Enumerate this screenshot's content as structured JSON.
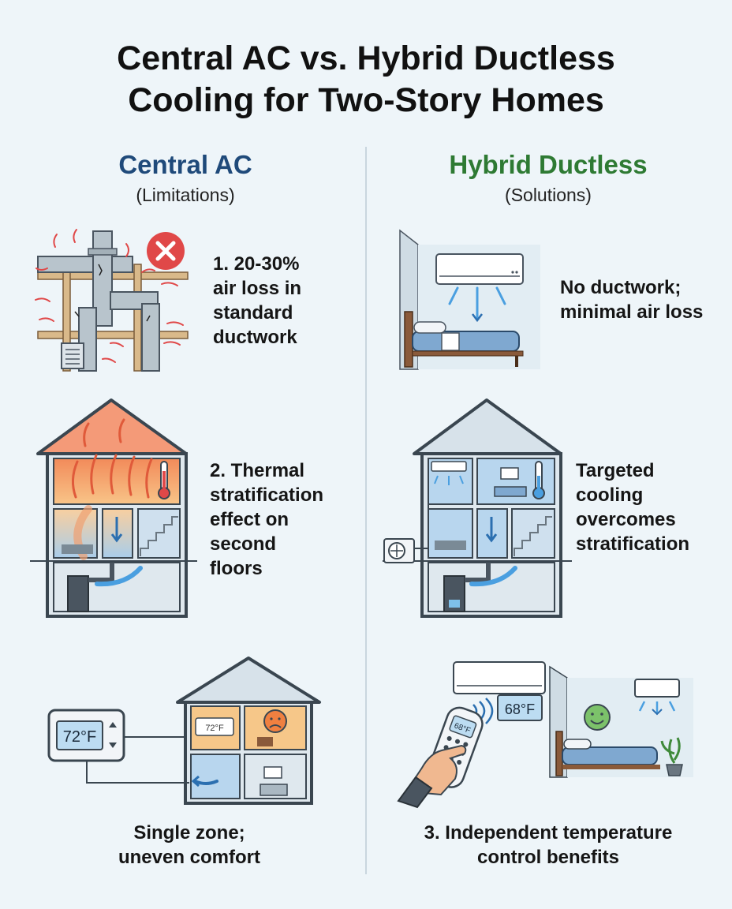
{
  "title": {
    "line1": "Central AC vs. Hybrid Ductless",
    "line2": "Cooling for Two-Story Homes"
  },
  "left": {
    "heading": "Central AC",
    "subheading": "(Limitations)",
    "item1": [
      "1. 20-30%",
      "air loss in",
      "standard",
      "ductwork"
    ],
    "item2": [
      "2. Thermal",
      "stratification",
      "effect on",
      "second",
      "floors"
    ],
    "item3": [
      "Single zone;",
      "uneven comfort"
    ],
    "thermostat_reading": "72°F",
    "small_thermostat_reading": "72°F"
  },
  "right": {
    "heading": "Hybrid Ductless",
    "subheading": "(Solutions)",
    "item1": [
      "No ductwork;",
      "minimal air loss"
    ],
    "item2": [
      "Targeted",
      "cooling",
      "overcomes",
      "stratification"
    ],
    "item3": [
      "3. Independent temperature",
      "control benefits"
    ],
    "remote_reading": "68°F",
    "remote_screen": "68°F"
  },
  "colors": {
    "left_heading": "#1f4a7a",
    "right_heading": "#2e7a33",
    "warning_red": "#e04848",
    "cool_blue": "#4a9fe0",
    "warm_orange": "#f3a066"
  }
}
